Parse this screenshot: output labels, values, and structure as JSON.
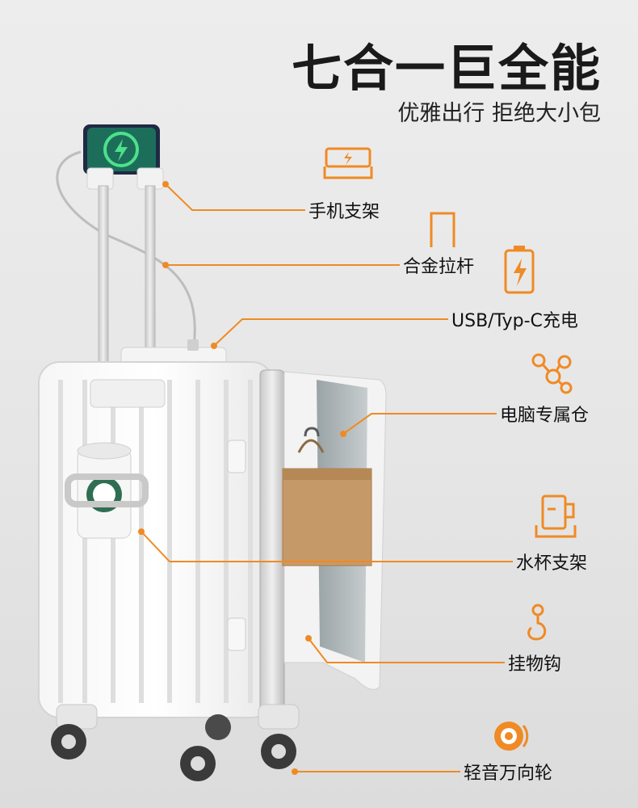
{
  "header": {
    "title": "七合一巨全能",
    "subtitle": "优雅出行 拒绝大小包"
  },
  "brand": {
    "accent": "#f08a24",
    "text": "#111111"
  },
  "features": [
    {
      "label": "手机支架",
      "icon": "phone-holder-icon"
    },
    {
      "label": "合金拉杆",
      "icon": "handle-icon"
    },
    {
      "label": "USB/Typ-C充电",
      "icon": "battery-icon"
    },
    {
      "label": "电脑专属仓",
      "icon": "share-nodes-icon"
    },
    {
      "label": "水杯支架",
      "icon": "cup-holder-icon"
    },
    {
      "label": "挂物钩",
      "icon": "hook-icon"
    },
    {
      "label": "轻音万向轮",
      "icon": "wheel-icon"
    }
  ]
}
